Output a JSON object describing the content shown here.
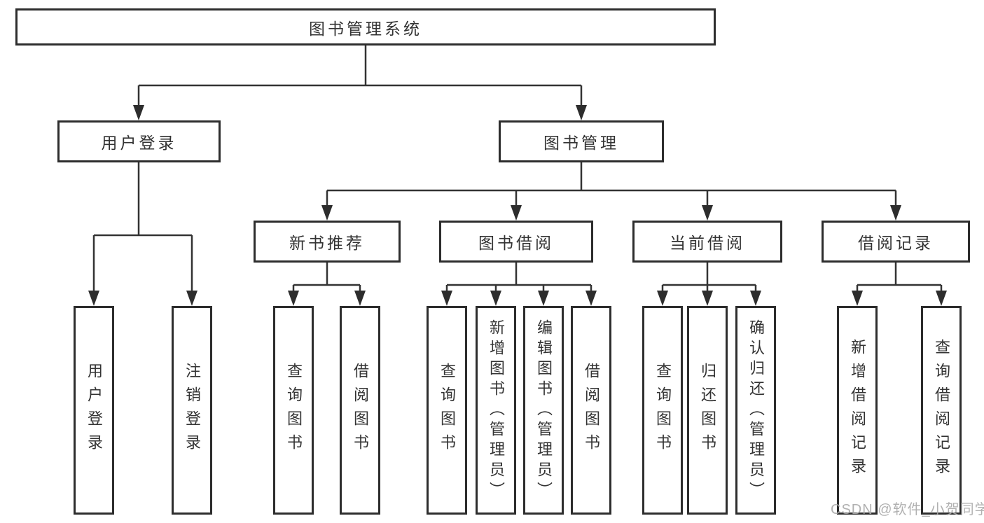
{
  "diagram_title": "图书管理系统",
  "tree": {
    "root": {
      "label": "图书管理系统"
    },
    "children": [
      {
        "label": "用户登录",
        "children": [
          {
            "label": "用户登录"
          },
          {
            "label": "注销登录"
          }
        ]
      },
      {
        "label": "图书管理",
        "children": [
          {
            "label": "新书推荐",
            "children": [
              {
                "label": "查询图书"
              },
              {
                "label": "借阅图书"
              }
            ]
          },
          {
            "label": "图书借阅",
            "children": [
              {
                "label": "查询图书"
              },
              {
                "label": "新增图书（管理员）"
              },
              {
                "label": "编辑图书（管理员）"
              },
              {
                "label": "借阅图书"
              }
            ]
          },
          {
            "label": "当前借阅",
            "children": [
              {
                "label": "查询图书"
              },
              {
                "label": "归还图书"
              },
              {
                "label": "确认归还（管理员）"
              }
            ]
          },
          {
            "label": "借阅记录",
            "children": [
              {
                "label": "新增借阅记录"
              },
              {
                "label": "查询借阅记录"
              }
            ]
          }
        ]
      }
    ]
  },
  "watermark": {
    "text": "CSDN @软件_小贺同学"
  },
  "colors": {
    "background": "#ffffff",
    "box_border": "#2d2d2d",
    "connector_line": "#333333",
    "text": "#333333",
    "watermark": "#a9a9a9"
  }
}
